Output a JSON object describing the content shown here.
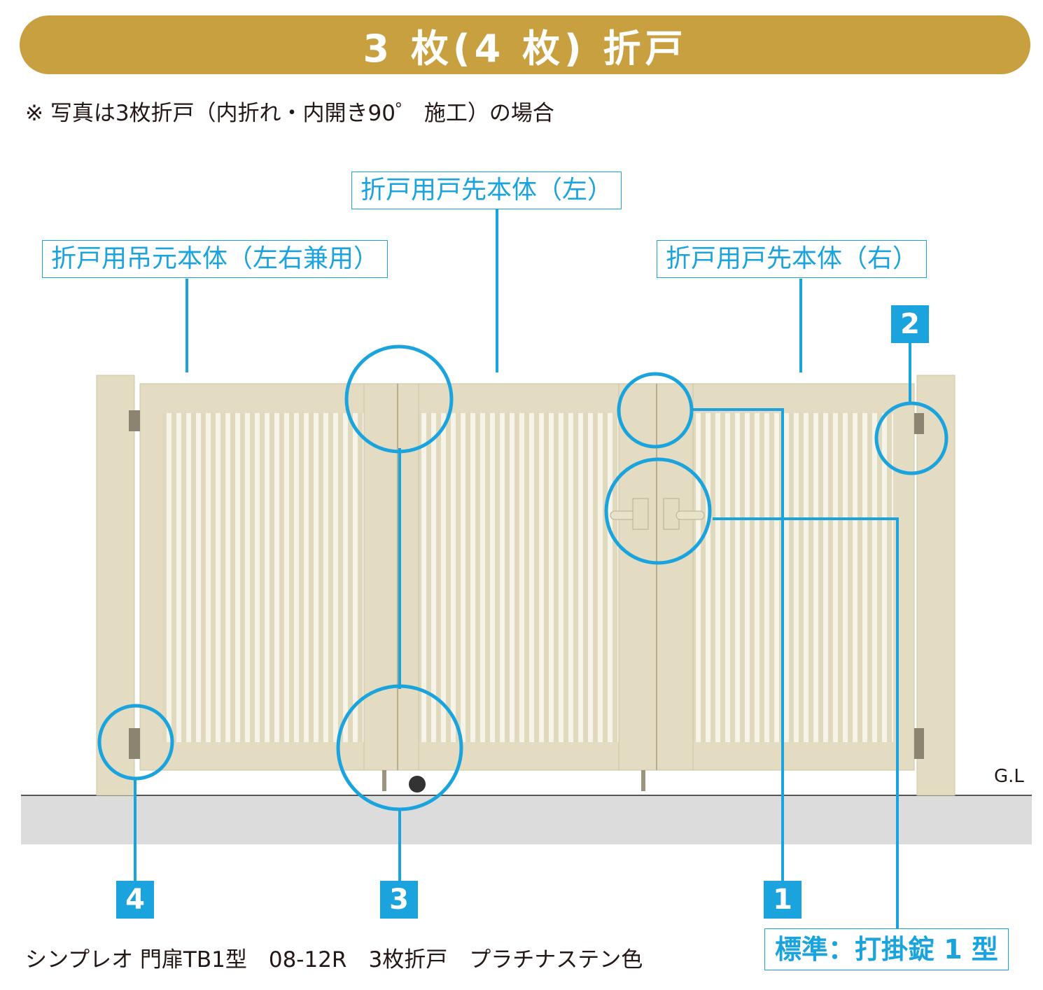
{
  "title": "3 枚(4 枚) 折戸",
  "note": "※ 写真は3枚折戸（内折れ・内開き90゜ 施工）の場合",
  "labels": {
    "left_panel": "折戸用吊元本体（左右兼用）",
    "middle_panel": "折戸用戸先本体（左）",
    "right_panel": "折戸用戸先本体（右）"
  },
  "badges": [
    "1",
    "2",
    "3",
    "4"
  ],
  "ground_label": "G.L",
  "standard_label": "標準：打掛錠 1 型",
  "caption": "シンプレオ 門扉TB1型　08-12R　3枚折戸　プラチナステン色",
  "colors": {
    "title_bg": "#c9a040",
    "accent": "#1aa3dc",
    "gate": "#e3dcc2",
    "ground": "#dcdcdc"
  }
}
